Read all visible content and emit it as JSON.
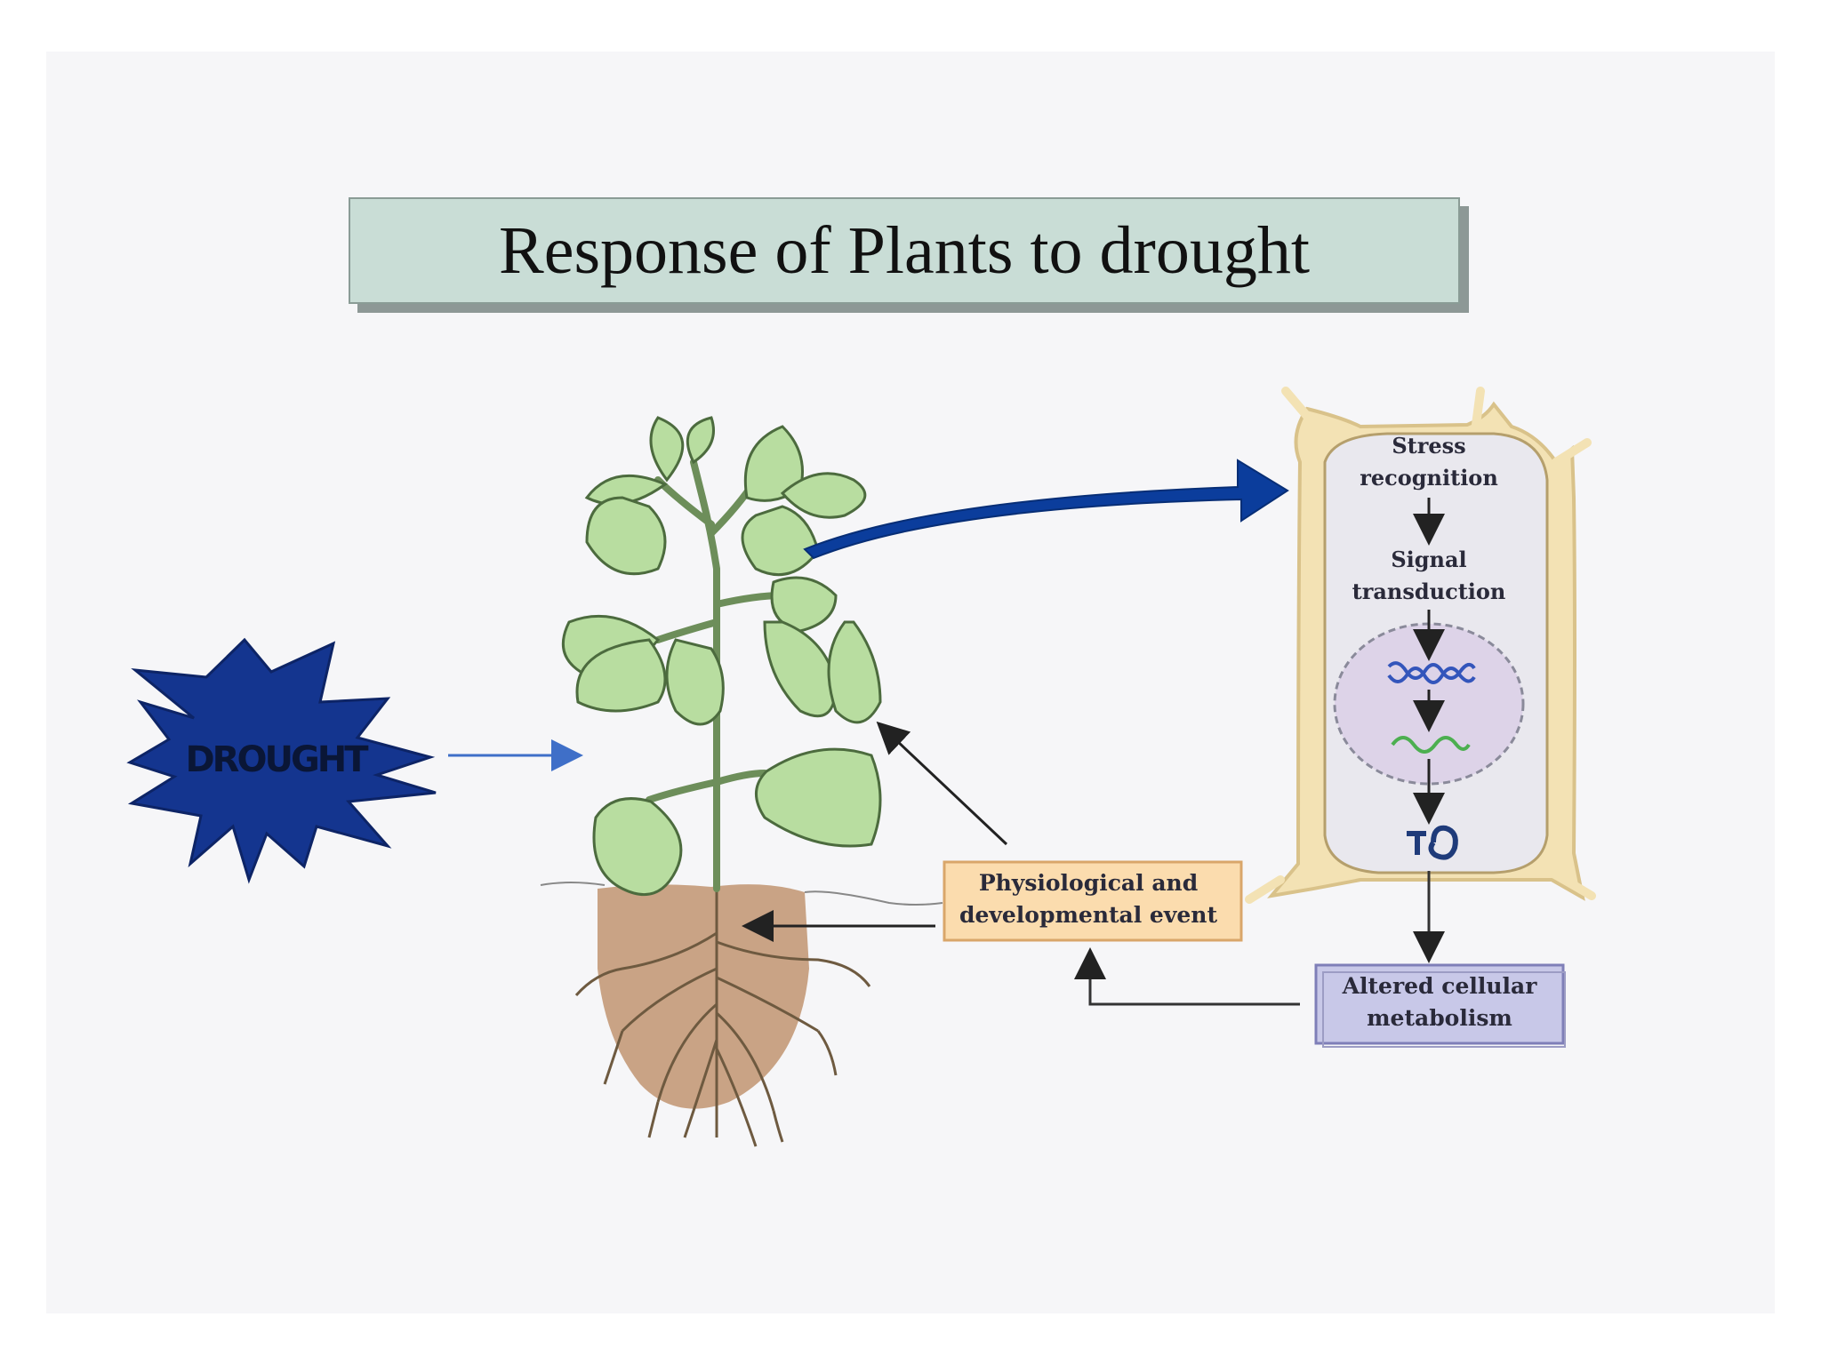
{
  "title": "Response of Plants to drought",
  "drought": {
    "label": "DROUGHT"
  },
  "cell": {
    "stress_recognition": [
      "Stress",
      "recognition"
    ],
    "signal_transduction": [
      "Signal",
      "transduction"
    ]
  },
  "event_box": {
    "lines": [
      "Physiological and",
      "developmental event"
    ]
  },
  "metabolism_box": {
    "lines": [
      "Altered cellular",
      "metabolism"
    ]
  },
  "colors": {
    "title_bg": "#c9ddd6",
    "drought_star": "#14358f",
    "big_arrow": "#0b3d9c",
    "leaf": "#b8dda0",
    "soil": "#c79a78",
    "cell_wall": "#f3e2b4",
    "nucleus": "#ddd3e8",
    "event_box": "#fbdcae",
    "metabolism_box": "#c8c8e8"
  }
}
